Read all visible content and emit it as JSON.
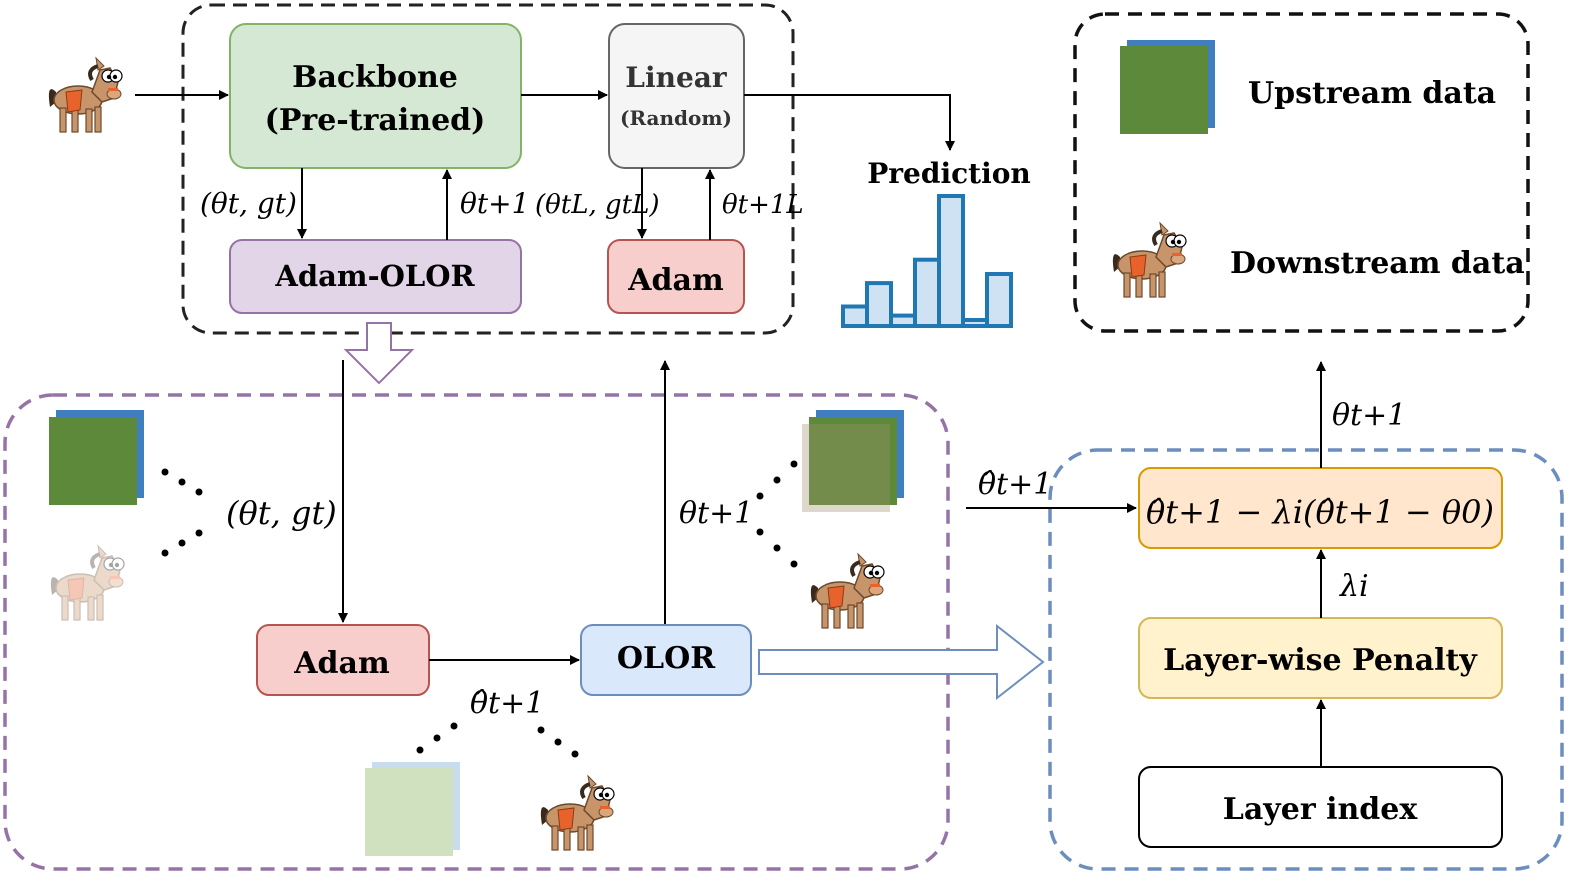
{
  "nodes": {
    "backbone": {
      "line1": "Backbone",
      "line2": "(Pre-trained)"
    },
    "linear": {
      "line1": "Linear",
      "line2": "(Random)"
    },
    "adam_olor": "Adam-OLOR",
    "adam_top": "Adam",
    "prediction": "Prediction",
    "adam_bottom": "Adam",
    "olor": "OLOR",
    "layer_penalty": "Layer-wise Penalty",
    "layer_index": "Layer index",
    "update_formula": "θ̂t+1 − λi(θ̂t+1 − θ0)"
  },
  "legend": {
    "upstream": "Upstream data",
    "downstream": "Downstream data"
  },
  "edge_labels": {
    "theta_g": "(θt, gt)",
    "theta_next": "θt+1",
    "theta_g_L": "(θtL, gtL)",
    "theta_next_L": "θt+1L",
    "theta_g_mid": "(θt, gt)",
    "theta_next_mid": "θt+1",
    "theta_hat_bottom": "θ̂t+1",
    "theta_hat_right": "θ̂t+1",
    "lambda": "λi",
    "theta_next_right": "θt+1"
  },
  "colors": {
    "backbone_fill": "#d5e8d4",
    "backbone_stroke": "#82b366",
    "linear_fill": "#f5f5f5",
    "linear_stroke": "#666666",
    "adam_olor_fill": "#e1d5e7",
    "adam_olor_stroke": "#9673a6",
    "adam_fill": "#f8cecc",
    "adam_stroke": "#b85450",
    "olor_fill": "#dae8fc",
    "olor_stroke": "#6c8ebf",
    "formula_fill": "#ffe6cc",
    "formula_stroke": "#d79b00",
    "penalty_fill": "#fff2cc",
    "penalty_stroke": "#d6b656",
    "purple_dash": "#9673a6",
    "blue_dash": "#6c8ebf",
    "bar_fill": "#cfe2f3",
    "bar_stroke": "#1f77b4"
  },
  "prediction_bars": [
    0.15,
    0.33,
    0.08,
    0.51,
    1.0,
    0.03,
    0.4
  ]
}
